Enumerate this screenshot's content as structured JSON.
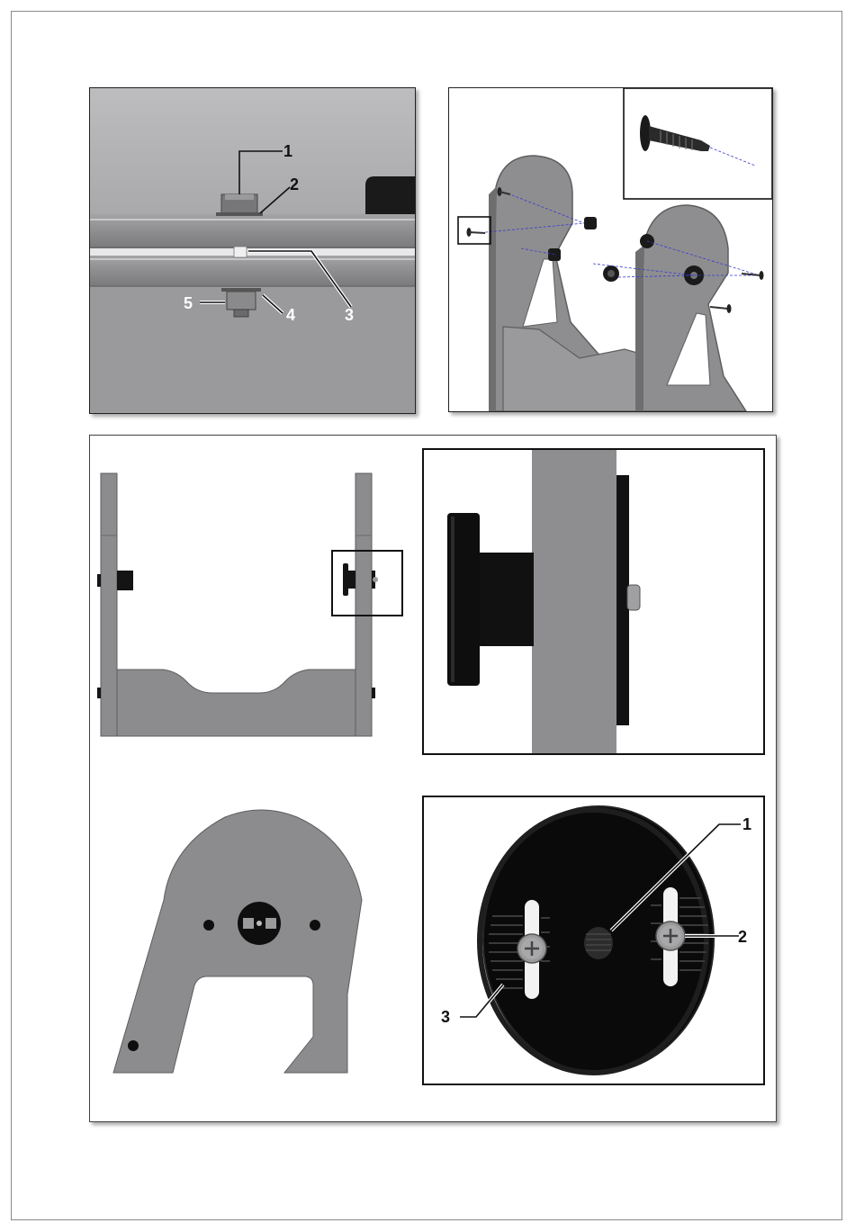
{
  "page": {
    "figures": [
      {
        "id": "rail-fastening",
        "callouts": [
          "1",
          "2",
          "3",
          "4",
          "5"
        ]
      },
      {
        "id": "frame-assembly-exploded",
        "callouts": []
      },
      {
        "id": "frame-front-view",
        "callouts": []
      },
      {
        "id": "pivot-detail-closeup",
        "callouts": []
      },
      {
        "id": "side-plate-view",
        "callouts": []
      },
      {
        "id": "disc-detail",
        "callouts": [
          "1",
          "2",
          "3"
        ]
      }
    ]
  },
  "colors": {
    "frame_gray": "#8c8c8e",
    "frame_dark": "#5e5e60",
    "rubber_black": "#111111",
    "background": "#ffffff"
  }
}
